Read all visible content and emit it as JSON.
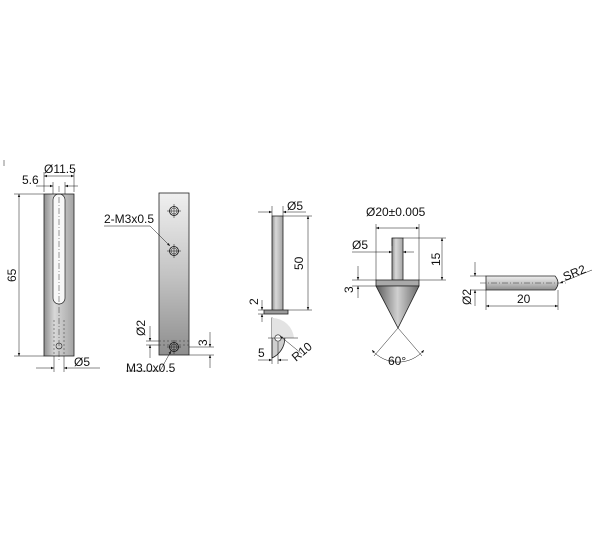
{
  "colors": {
    "background": "#ffffff",
    "line": "#111111",
    "part_fill_top": "#f2f2f2",
    "part_fill_mid": "#bdbdbd",
    "part_fill_bottom": "#9a9a9a"
  },
  "parts": [
    {
      "id": "slotted_post",
      "dimensions": {
        "outer_diameter": "Ø11.5",
        "slot_width": "5.6",
        "length": "65",
        "bottom_hole": "Ø5"
      }
    },
    {
      "id": "tapped_bar",
      "dimensions": {
        "tapped_holes": "2-M3x0.5",
        "pin_hole": "Ø2",
        "bottom_offset": "3",
        "bottom_thread": "M3.0x0.5"
      }
    },
    {
      "id": "pin_with_tab",
      "dimensions": {
        "diameter": "Ø5",
        "length": "50",
        "tab_thickness": "2",
        "tab_width": "5",
        "radius": "R10"
      }
    },
    {
      "id": "cone_point",
      "dimensions": {
        "head_diameter": "Ø20±0.005",
        "stem_diameter": "Ø5",
        "stem_length": "15",
        "collar_height": "3",
        "cone_angle": "60°"
      }
    },
    {
      "id": "dowel_pin",
      "dimensions": {
        "diameter": "Ø2",
        "length": "20",
        "end_radius": "SR2"
      }
    }
  ]
}
